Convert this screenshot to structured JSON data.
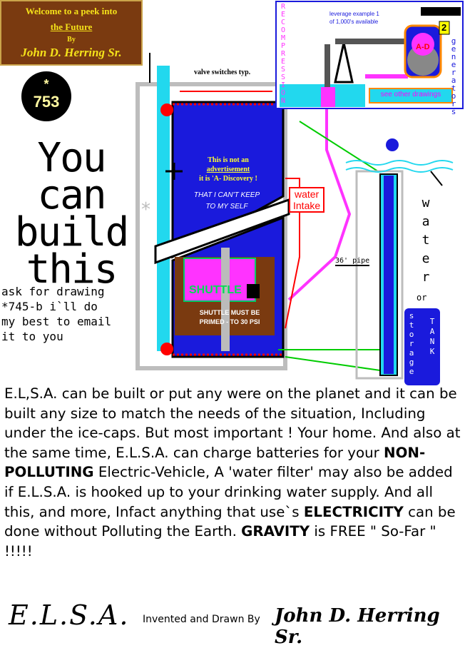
{
  "title_box": {
    "line1": "Welcome to a peek into",
    "line2": "the    Future",
    "line3": "By",
    "line4": "John D. Herring Sr."
  },
  "badge": {
    "star": "*",
    "number": "753"
  },
  "headline": {
    "lines": [
      "You",
      "can",
      "build",
      "this"
    ]
  },
  "ask": {
    "line1": "ask for drawing",
    "line2": "*745-b i`ll do",
    "line3": "my best to email",
    "line4": "it to you"
  },
  "diagram": {
    "valve_label": "valve switches typ.",
    "notice_line1": "This is not an",
    "notice_line2": "advertisement",
    "notice_line3": "it is 'A- Discovery !",
    "notice_line4": "THAT I CAN'T KEEP",
    "notice_line5": "TO MY SELF",
    "water_intake_line1": "water",
    "water_intake_line2": "Intake",
    "pipe_label": "36' pipe",
    "shuttle_label": "SHUTTLE",
    "shuttle_primed_line1": "SHUTTLE MUST BE",
    "shuttle_primed_line2": "PRIMED - TO 30 PSI",
    "recompression_label": "RECOMPRESSION",
    "leverage_line1": "leverage example 1",
    "leverage_line2": "of 1,000's available",
    "generators_label": "generators",
    "see_other": "see other drawings",
    "water_vertical": "water",
    "or_label": "or",
    "storage_label": "storage",
    "tank_label": "TANK",
    "ad_label": "A-D",
    "num_two": "2"
  },
  "body": {
    "p1": "E.L,S.A. can be built or put any were on the planet and it can be built any size to match the needs of the situation, Including under the ice-caps. But most important ! Your home. And also at the same time, E.L.S.A. can charge batteries for your",
    "p2_bold": "NON-POLLUTING",
    "p2": " Electric-Vehicle, A 'water filter' may also be added if E.L.S.A. is hooked up to your drinking water supply. And all this, and more,  Infact anything that use`s ",
    "p3_bold": "ELECTRICITY",
    "p3": " can be done without Polluting the Earth. ",
    "p4_bold": "GRAVITY",
    "p4": " is FREE \" So-Far \"  !!!!!"
  },
  "signature": {
    "elsa": "E.L.S.A.",
    "invented": "Invented and Drawn By",
    "name": "John D. Herring Sr."
  },
  "colors": {
    "title_bg": "#7a3a10",
    "title_text": "#f5e21a",
    "tank_blue": "#1a1adc",
    "cyan": "#22d8ee",
    "magenta": "#ff00ff",
    "red": "#ff0000",
    "pump_bg": "#7a3a10"
  }
}
